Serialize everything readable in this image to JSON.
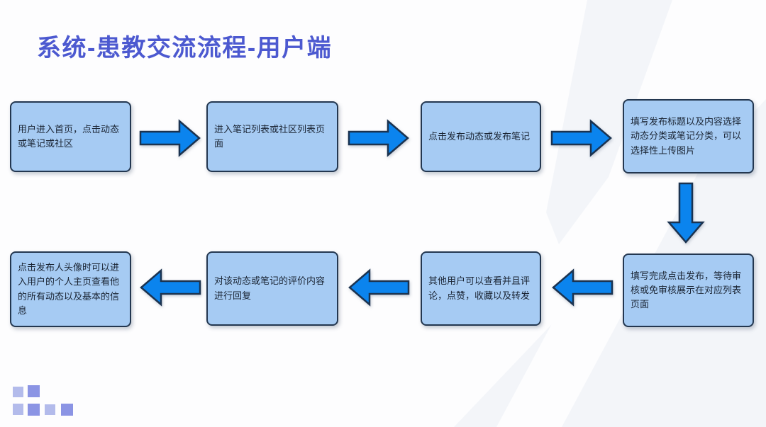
{
  "title": "系统-患教交流流程-用户端",
  "flowchart": {
    "nodes": [
      {
        "id": 1,
        "text": "用户进入首页，点击动态或笔记或社区"
      },
      {
        "id": 2,
        "text": "进入笔记列表或社区列表页面"
      },
      {
        "id": 3,
        "text": "点击发布动态或发布笔记"
      },
      {
        "id": 4,
        "text": "填写发布标题以及内容选择动态分类或笔记分类，可以选择性上传图片"
      },
      {
        "id": 5,
        "text": "填写完成点击发布，等待审核或免审核展示在对应列表页面"
      },
      {
        "id": 6,
        "text": "其他用户可以查看并且评论，点赞，收藏以及转发"
      },
      {
        "id": 7,
        "text": "对该动态或笔记的评价内容进行回复"
      },
      {
        "id": 8,
        "text": "点击发布人头像时可以进入用户的个人主页查看他的所有动态以及基本的信息"
      }
    ],
    "arrows": [
      {
        "from": 1,
        "to": 2,
        "direction": "right"
      },
      {
        "from": 2,
        "to": 3,
        "direction": "right"
      },
      {
        "from": 3,
        "to": 4,
        "direction": "right"
      },
      {
        "from": 4,
        "to": 5,
        "direction": "down"
      },
      {
        "from": 5,
        "to": 6,
        "direction": "left"
      },
      {
        "from": 6,
        "to": 7,
        "direction": "left"
      },
      {
        "from": 7,
        "to": 8,
        "direction": "left"
      }
    ]
  },
  "colors": {
    "title": "#4c59d0",
    "node_fill": "#a6cbf3",
    "node_border": "#233750",
    "arrow_fill": "#0b84ee",
    "arrow_outline": "#1b3350",
    "square_light": "#b3bbeb",
    "square_medium": "#8b94e4",
    "background": "#fdfdfe",
    "background_chevron": "#f3f5f9"
  },
  "decorations": {
    "corner_squares_count": 6
  }
}
